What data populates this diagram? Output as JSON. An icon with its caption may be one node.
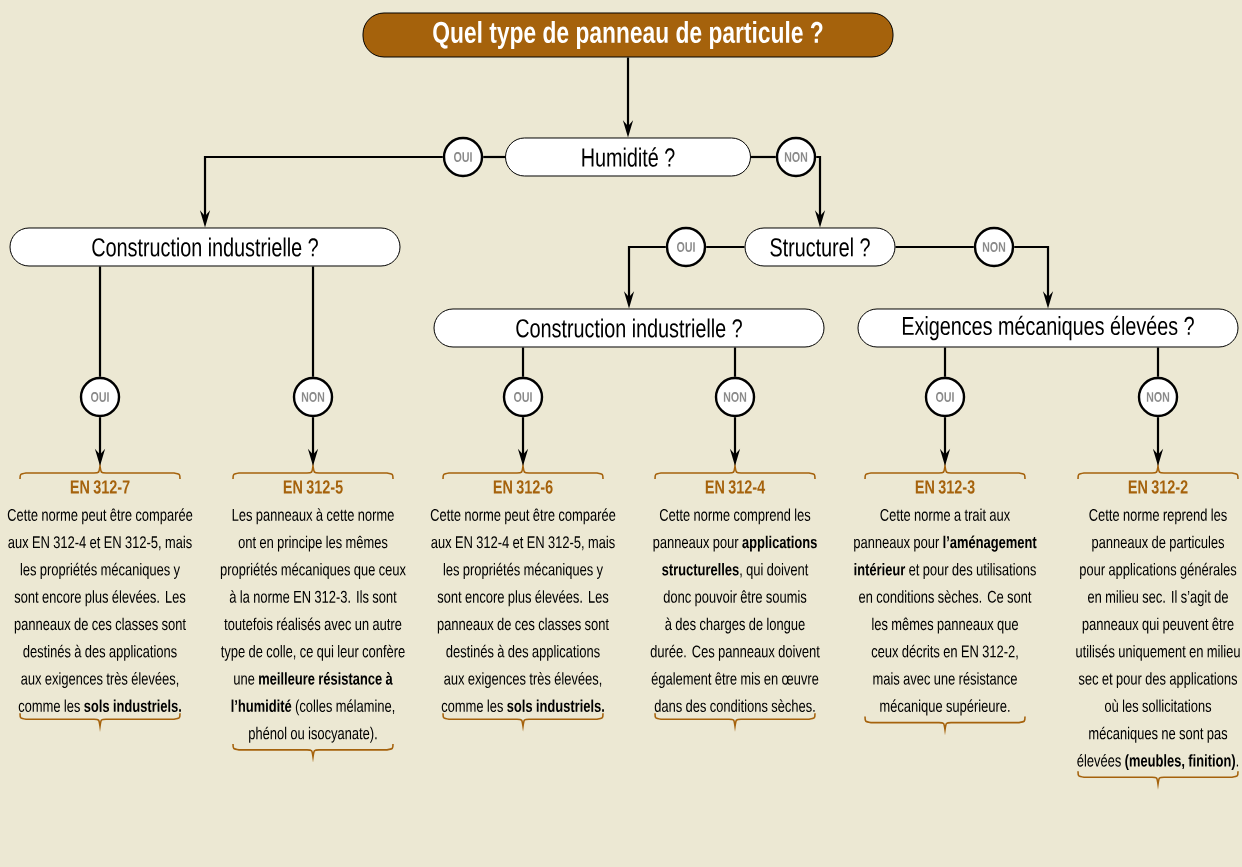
{
  "diagram": {
    "nodes": [
      {
        "text": [
          "Quel type de panneau de particule ?"
        ]
      },
      {
        "text": [
          "Humidité ?"
        ]
      },
      {
        "text": [
          "OUI"
        ]
      },
      {
        "text": [
          "NON"
        ]
      },
      {
        "text": [
          "Construction industrielle ?"
        ]
      },
      {
        "text": [
          "Structurel ?"
        ]
      },
      {
        "text": [
          "OUI"
        ]
      },
      {
        "text": [
          "NON"
        ]
      },
      {
        "text": [
          "Construction industrielle ?"
        ]
      },
      {
        "text": [
          "Exigences mécaniques élevées ?"
        ]
      },
      {
        "text": [
          "OUI"
        ]
      },
      {
        "text": [
          "NON"
        ]
      },
      {
        "text": [
          "OUI"
        ]
      },
      {
        "text": [
          "NON"
        ]
      },
      {
        "text": [
          "OUI"
        ]
      },
      {
        "text": [
          "NON"
        ]
      },
      {
        "text": [
          "EN 312-7",
          "Cette norme peut être comparée aux EN 312-4 et EN 312-5, mais les propriétés mécaniques y sont encore plus élevées. Les panneaux de ces classes sont destinés à des applications aux exigences très élevées, comme les **sols industriels.**"
        ]
      },
      {
        "text": [
          "EN 312-5",
          "Les panneaux à cette norme ont en principe les mêmes propriétés mécaniques que ceux à la norme EN 312-3. Ils sont toutefois réalisés avec un autre type de colle, ce qui leur confère une **meilleure résistance à l’humidité** (colles mélamine, phénol ou isocyanate)."
        ]
      },
      {
        "text": [
          "EN 312-6",
          "Cette norme peut être comparée aux EN 312-4 et EN 312-5, mais les propriétés mécaniques y sont encore plus élevées. Les panneaux de ces classes sont destinés à des applications aux exigences très élevées, comme les **sols industriels.**"
        ]
      },
      {
        "text": [
          "EN 312-4",
          "Cette norme comprend les panneaux pour **applications structurelles**, qui doivent donc pouvoir être soumis à des charges de longue durée. Ces panneaux doivent également être mis en œuvre dans des conditions sèches."
        ]
      },
      {
        "text": [
          "EN 312-3",
          "Cette norme a trait aux panneaux pour **l’aménagement intérieur** et pour des utilisations en conditions sèches. Ce sont les mêmes panneaux que ceux décrits en EN 312-2, mais avec une résistance mécanique supérieure."
        ]
      },
      {
        "text": [
          "EN 312-2",
          "Cette norme reprend les panneaux de particules pour applications générales en milieu sec. Il s’agit de panneaux qui peuvent être utilisés uniquement en milieu sec et pour des applications où les sollicitations mécaniques ne sont pas élevées **(meubles, finition)**."
        ]
      }
    ],
    "edges": [
      {
        "from": 0,
        "to": 1,
        "arrow": "to"
      },
      {
        "from": 1,
        "to": 2,
        "arrow": "none"
      },
      {
        "from": 2,
        "to": 4,
        "arrow": "to"
      },
      {
        "from": 1,
        "to": 3,
        "arrow": "none"
      },
      {
        "from": 3,
        "to": 5,
        "arrow": "to"
      },
      {
        "from": 5,
        "to": 6,
        "arrow": "none"
      },
      {
        "from": 6,
        "to": 8,
        "arrow": "to"
      },
      {
        "from": 5,
        "to": 7,
        "arrow": "none"
      },
      {
        "from": 7,
        "to": 9,
        "arrow": "to"
      },
      {
        "from": 4,
        "to": 10,
        "arrow": "none"
      },
      {
        "from": 10,
        "to": 16,
        "arrow": "to"
      },
      {
        "from": 4,
        "to": 11,
        "arrow": "none"
      },
      {
        "from": 11,
        "to": 17,
        "arrow": "to"
      },
      {
        "from": 8,
        "to": 12,
        "arrow": "none"
      },
      {
        "from": 12,
        "to": 18,
        "arrow": "to"
      },
      {
        "from": 8,
        "to": 13,
        "arrow": "none"
      },
      {
        "from": 13,
        "to": 19,
        "arrow": "to"
      },
      {
        "from": 9,
        "to": 14,
        "arrow": "none"
      },
      {
        "from": 14,
        "to": 20,
        "arrow": "to"
      },
      {
        "from": 9,
        "to": 15,
        "arrow": "none"
      },
      {
        "from": 15,
        "to": 21,
        "arrow": "to"
      }
    ]
  }
}
